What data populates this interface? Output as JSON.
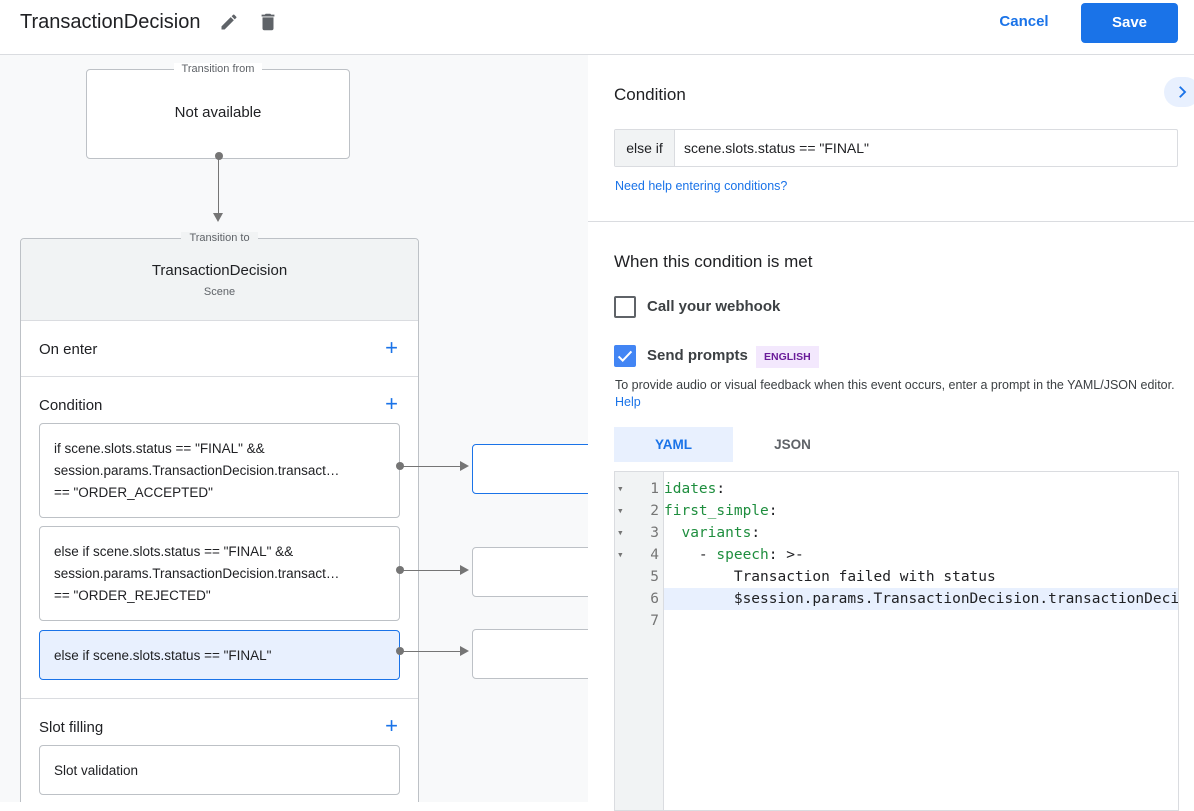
{
  "header": {
    "title": "TransactionDecision",
    "cancel_label": "Cancel",
    "save_label": "Save"
  },
  "canvas": {
    "from_legend": "Transition from",
    "from_value": "Not available",
    "to_legend": "Transition to",
    "scene_name": "TransactionDecision",
    "scene_type": "Scene",
    "on_enter": "On enter",
    "condition": "Condition",
    "slot_filling": "Slot filling",
    "slot_validation": "Slot validation",
    "conditions": [
      {
        "lines": [
          "if scene.slots.status == \"FINAL\" &&",
          "session.params.TransactionDecision.transact…",
          "== \"ORDER_ACCEPTED\""
        ]
      },
      {
        "lines": [
          "else if scene.slots.status == \"FINAL\" &&",
          "session.params.TransactionDecision.transact…",
          "== \"ORDER_REJECTED\""
        ]
      },
      {
        "lines": [
          "else if scene.slots.status == \"FINAL\""
        ]
      }
    ]
  },
  "panel": {
    "condition_title": "Condition",
    "prefix": "else if",
    "condition_value": "scene.slots.status == \"FINAL\"",
    "help_link": "Need help entering conditions?",
    "met_title": "When this condition is met",
    "webhook_label": "Call your webhook",
    "webhook_checked": false,
    "prompts_label": "Send prompts",
    "prompts_checked": true,
    "language_badge": "ENGLISH",
    "desc": "To provide audio or visual feedback when this event occurs, enter a prompt in the YAML/JSON editor.",
    "desc_help": "Help",
    "tabs": [
      "YAML",
      "JSON"
    ],
    "active_tab": "YAML",
    "code": [
      {
        "n": "1",
        "key": "idates",
        "rest": ":",
        "indent": ""
      },
      {
        "n": "2",
        "key": "first_simple",
        "rest": ":",
        "indent": ""
      },
      {
        "n": "3",
        "key": "variants",
        "rest": ":",
        "indent": "  "
      },
      {
        "n": "4",
        "key": "speech",
        "rest": ": >-",
        "indent": "    - "
      },
      {
        "n": "5",
        "key": "",
        "rest": "Transaction failed with status",
        "indent": "        "
      },
      {
        "n": "6",
        "key": "",
        "rest": "$session.params.TransactionDecision.transactionDecision",
        "indent": "        "
      },
      {
        "n": "7",
        "key": "",
        "rest": "",
        "indent": ""
      }
    ]
  },
  "colors": {
    "accent": "#1a73e8",
    "selected_bg": "#e8f0fe",
    "badge_bg": "#f3e8fd",
    "badge_text": "#6a1b9a",
    "yaml_key": "#1e8e3e"
  }
}
